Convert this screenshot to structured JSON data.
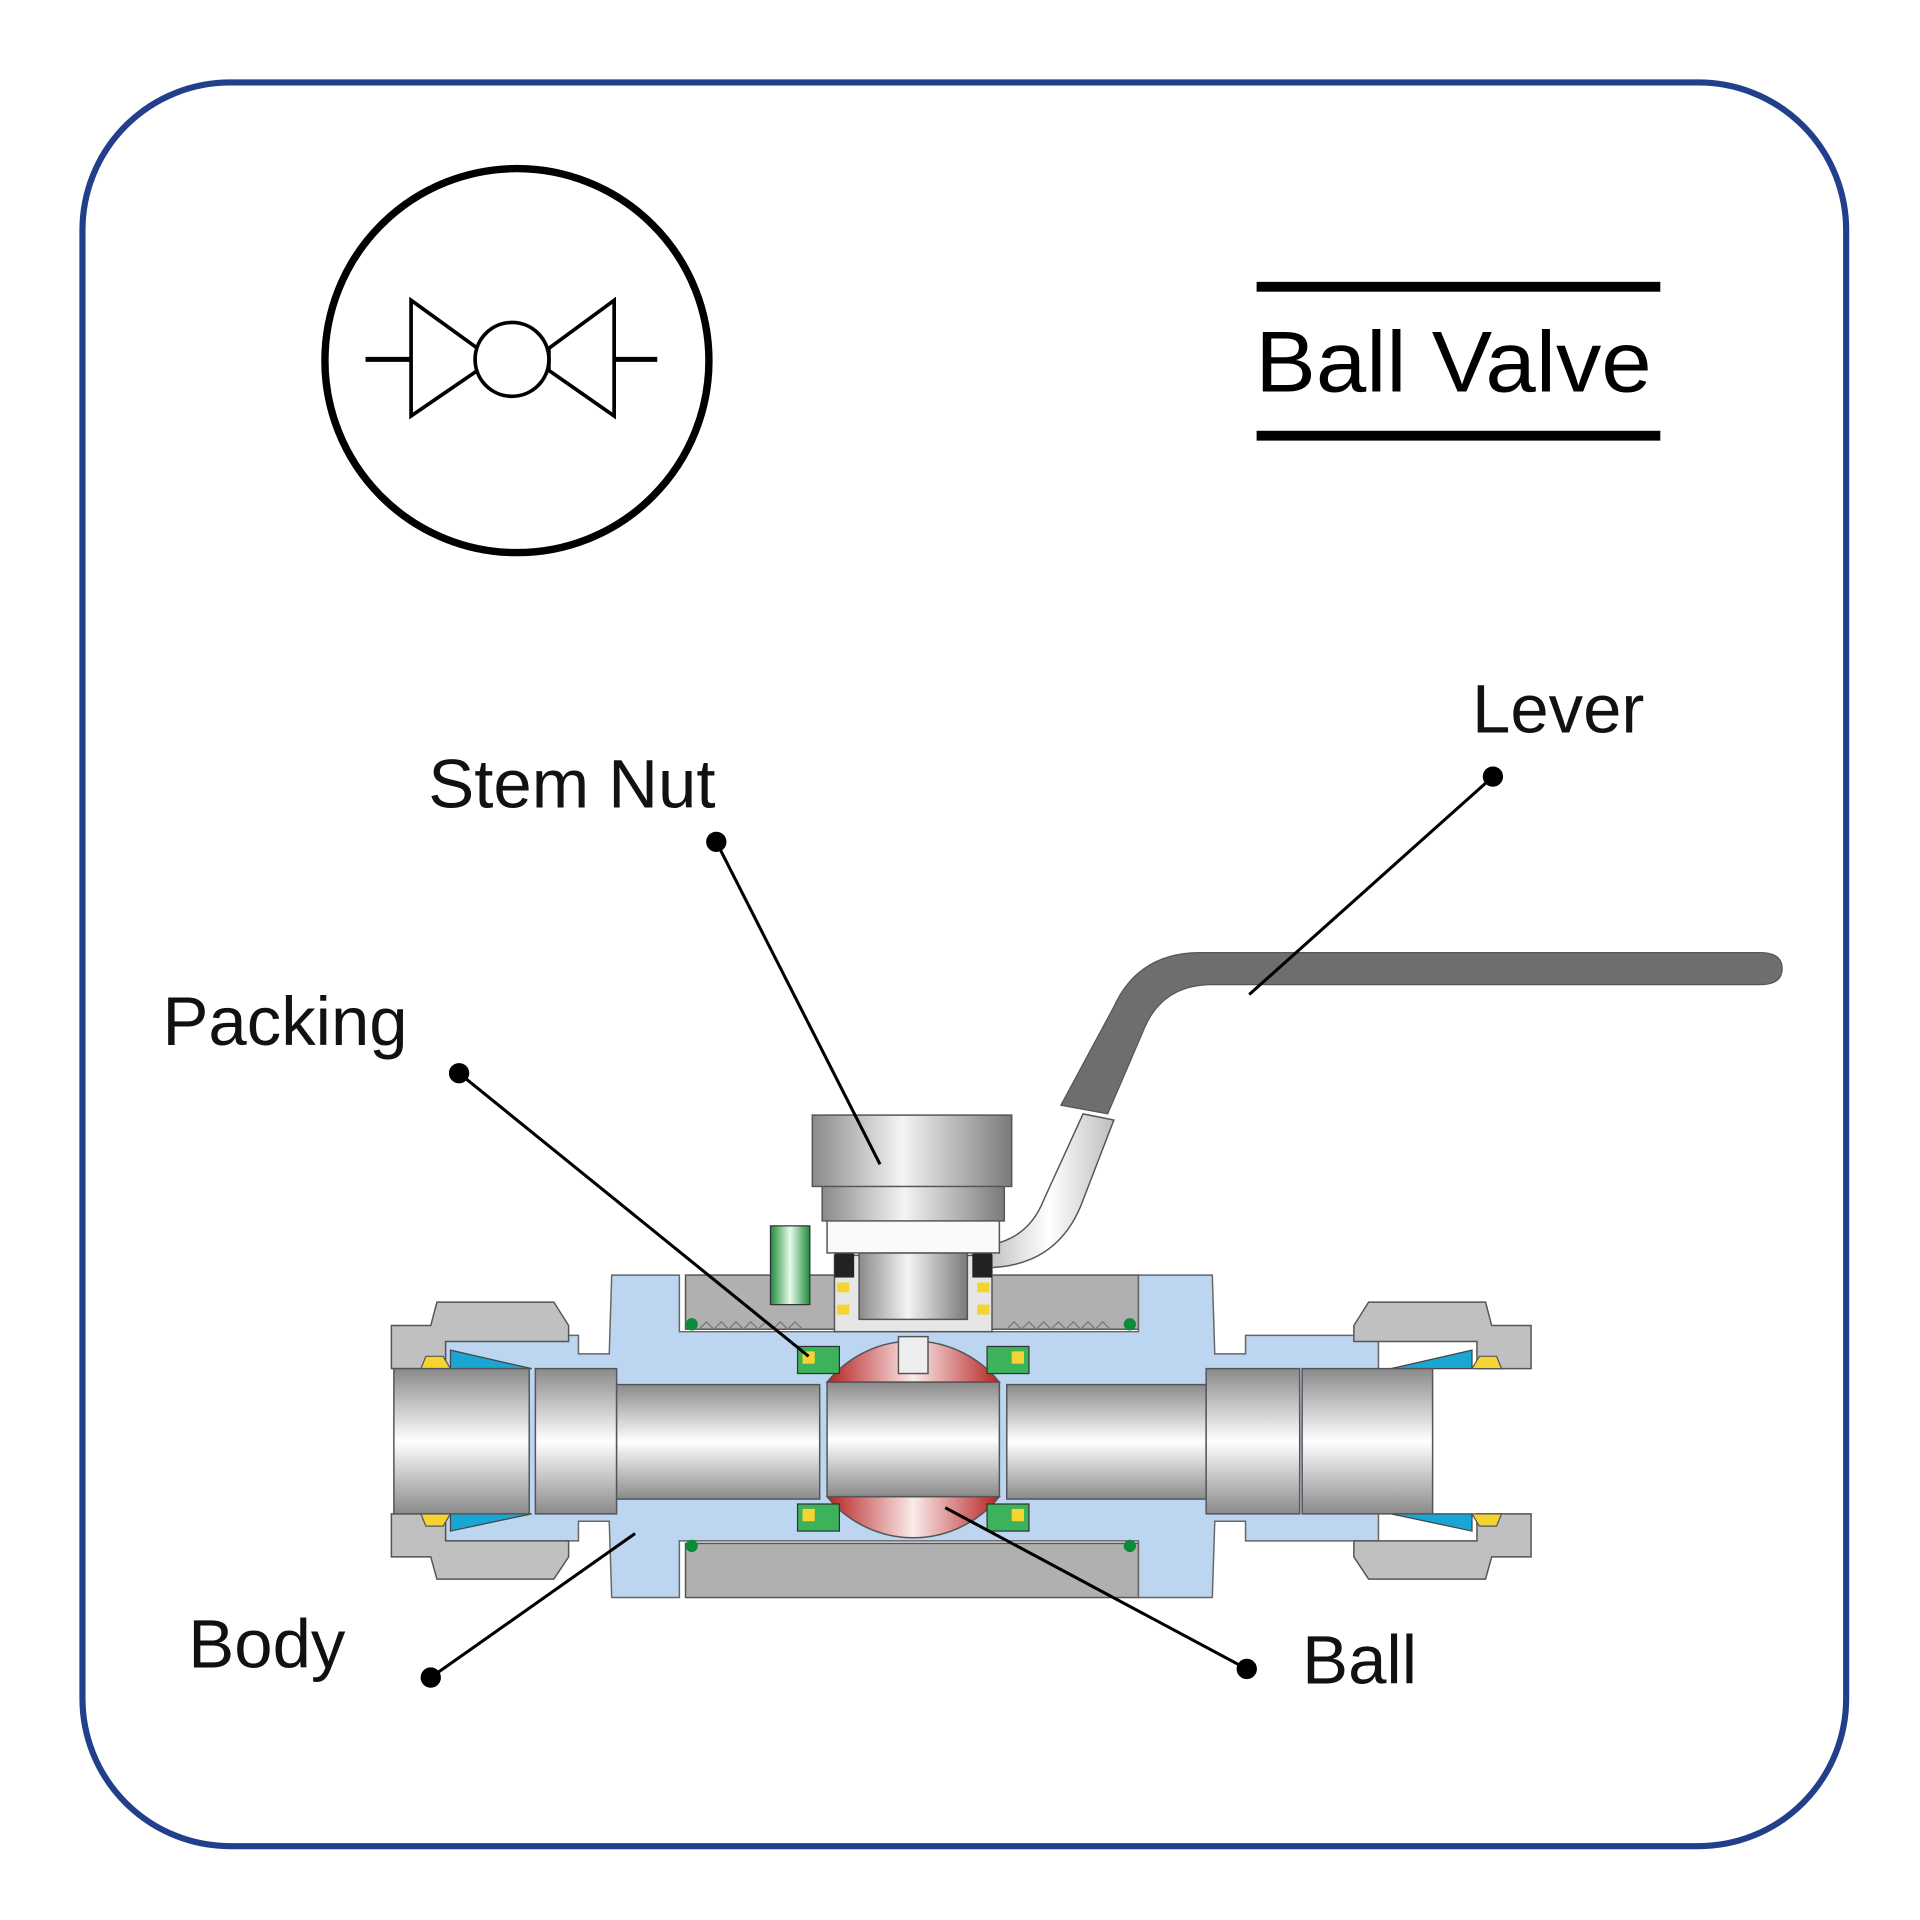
{
  "title": "Ball Valve",
  "symbol": {
    "name": "ball-valve-symbol"
  },
  "labels": {
    "stem_nut": "Stem Nut",
    "lever": "Lever",
    "packing": "Packing",
    "body": "Body",
    "ball": "Ball"
  },
  "colors": {
    "frame": "#223f8c",
    "body": "#bcd5f0",
    "metal": "#b4b4b4",
    "ball": "#c43a3a",
    "packing_green": "#3cb35a",
    "seal_yellow": "#f5d330",
    "ferrule_blue": "#19a6d4",
    "lever": "#6e6e6e"
  }
}
